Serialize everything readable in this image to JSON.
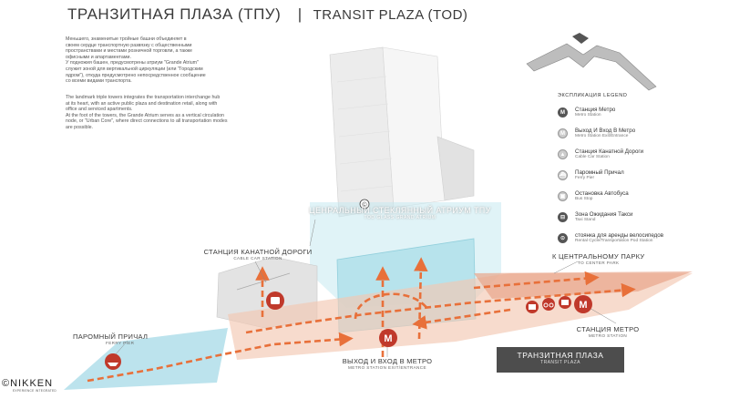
{
  "header": {
    "title_ru": "ТРАНЗИТНАЯ ПЛАЗА (ТПУ)",
    "separator": "|",
    "title_en": "TRANSIT PLAZA (TOD)"
  },
  "description": {
    "ru_lines": [
      "Меньшего, знаменитые тройные башни объединяет в",
      "своем сердце транспортную развязку с общественными",
      "пространствами и местами розничной торговли, а также",
      "офисными и апартаментами.",
      "У подножия башен, предусмотрены атриум \"Grande Atrium\"",
      "служит зоной для вертикальной циркуляции (или \"Городским",
      "ядром\"), откуда предусмотрено непосредственное сообщение",
      "со всеми видами транспорта."
    ],
    "en_lines": [
      "The landmark triple towers integrates the transportation interchange hub",
      "at its heart, with an active public plaza and destination retail, along with",
      "office and serviced apartments.",
      "At the foot of the towers, the Grande Atrium serves as a vertical circulation",
      "node, or \"Urban Core\", where direct connections to all transportation modes",
      "are possible."
    ]
  },
  "legend": {
    "title": "ЭКСПЛИКАЦИЯ LEGEND",
    "items": [
      {
        "ru": "Станция Метро",
        "en": "Metro Station",
        "glyph": "M",
        "style": "dark",
        "icon": "metro-icon"
      },
      {
        "ru": "Выход И Вход В Метро",
        "en": "Metro Station Exit/Entrance",
        "glyph": "M",
        "style": "light",
        "icon": "metro-entrance-icon"
      },
      {
        "ru": "Станция Канатной Дороги",
        "en": "Cable Car Station",
        "glyph": "▲",
        "style": "light",
        "icon": "cable-car-icon"
      },
      {
        "ru": "Паромный Причал",
        "en": "Ferry Pier",
        "glyph": "⛴",
        "style": "light",
        "icon": "ferry-icon"
      },
      {
        "ru": "Остановка Автобуса",
        "en": "Bus Stop",
        "glyph": "▣",
        "style": "light",
        "icon": "bus-icon"
      },
      {
        "ru": "Зона Ожидания Такси",
        "en": "Taxi Stand",
        "glyph": "⊟",
        "style": "dark",
        "icon": "taxi-icon"
      },
      {
        "ru": "стоянка для аренды велосипедов",
        "en": "Rental Cycle/Transportation Pod Station",
        "glyph": "⊙",
        "style": "dark",
        "icon": "bicycle-icon"
      }
    ]
  },
  "labels": {
    "atrium_ru": "ЦЕНРАЛЬНЫЙ СТЕКЛЯННЫЙ АТРИУМ ТПУ",
    "atrium_en": "TOD GLASS GRAND ATRIUM",
    "cable_ru": "СТАНЦИЯ КАНАТНОЙ ДОРОГИ",
    "cable_en": "CABLE CAR STATION",
    "park_ru": "К ЦЕНТРАЛЬНОМУ ПАРКУ",
    "park_en": "TO CENTER PARK",
    "ferry_ru": "ПАРОМНЫЙ ПРИЧАЛ",
    "ferry_en": "FERRY PIER",
    "metro_ru": "СТАНЦИЯ МЕТРО",
    "metro_en": "METRO STATION",
    "exit_ru": "ВЫХОД И ВХОД В МЕТРО",
    "exit_en": "METRO STATION EXIT/ENTRANCE",
    "plaza_ru": "ТРАНЗИТНАЯ ПЛАЗА",
    "plaza_en": "TRANSIT PLAZA",
    "metro_glyph": "M",
    "copyright_glyph": "©"
  },
  "logo": {
    "text": "©NIKKEN",
    "sub": "EXPERIENCE INTEGRATED"
  },
  "colors": {
    "accent_red": "#c0392b",
    "route_orange": "#e8703a",
    "glass_cyan": "#bfe6ef",
    "building_gray": "#e9e9e9",
    "plaza_box": "#4d4d4d"
  }
}
